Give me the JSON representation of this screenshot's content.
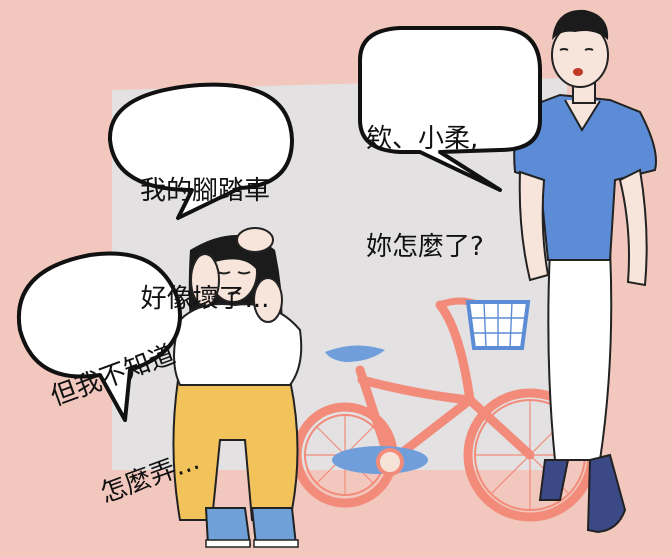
{
  "bubbles": {
    "girl_top": {
      "line1": "我的腳踏車",
      "line2": "好像壞了..."
    },
    "man": {
      "line1": "欸、小柔,",
      "line2": "妳怎麼了?"
    },
    "girl_left": {
      "line1": "但我不知道",
      "line2": "怎麼弄..."
    }
  },
  "colors": {
    "background": "#F2C8BE",
    "panel": "#E3E1E2",
    "bicycle": "#F28B7A",
    "seat": "#6F9EDB",
    "shirt": "#5C8CD6",
    "pants_girl": "#F2C35A"
  },
  "icons": [
    "bicycle-icon",
    "basket-icon",
    "sneaker-icon"
  ]
}
